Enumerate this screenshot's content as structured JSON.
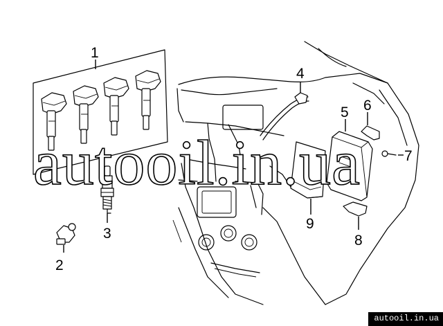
{
  "callouts": {
    "c1": "1",
    "c2": "2",
    "c3": "3",
    "c4": "4",
    "c5": "5",
    "c6": "6",
    "c7": "7",
    "c8": "8",
    "c9": "9"
  },
  "watermark": "autooil.in.ua",
  "footer_url": "autooil.in.ua",
  "colors": {
    "line": "#000000",
    "background": "#ffffff",
    "footer_bg": "#000000",
    "footer_text": "#ffffff"
  }
}
